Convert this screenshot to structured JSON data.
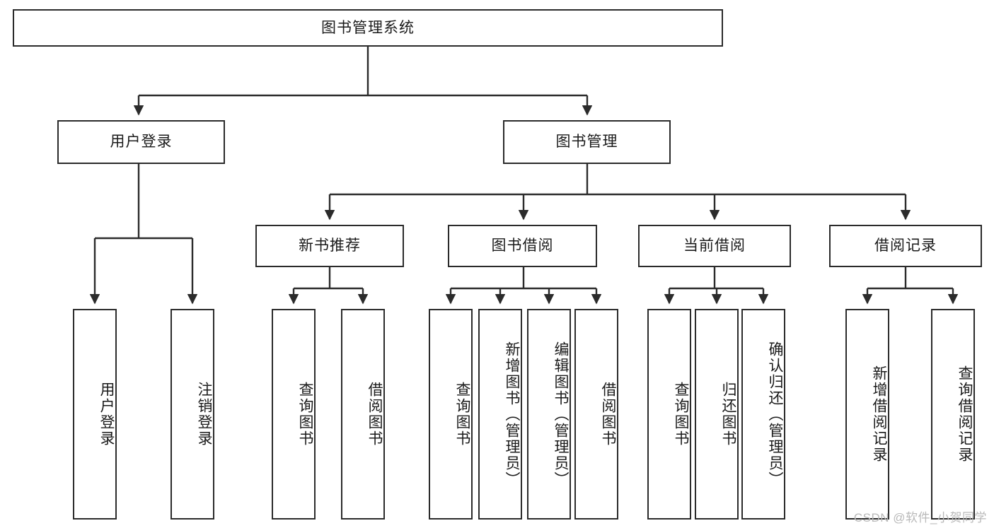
{
  "diagram": {
    "type": "tree-hierarchy",
    "title": "图书管理系统",
    "colors": {
      "box_border": "#2b2b2b",
      "box_fill": "#ffffff",
      "edge": "#2b2b2b",
      "text": "#1a1a1a",
      "watermark": "#b9b9b9"
    },
    "root": {
      "label": "图书管理系统"
    },
    "level2": [
      {
        "label": "用户登录"
      },
      {
        "label": "图书管理"
      }
    ],
    "level3": [
      {
        "label": "新书推荐"
      },
      {
        "label": "图书借阅"
      },
      {
        "label": "当前借阅"
      },
      {
        "label": "借阅记录"
      }
    ],
    "leaves": {
      "user_login": [
        {
          "label": "用户登录"
        },
        {
          "label": "注销登录"
        }
      ],
      "new_book": [
        {
          "label": "查询图书"
        },
        {
          "label": "借阅图书"
        }
      ],
      "book_borrow": [
        {
          "label": "查询图书"
        },
        {
          "label": "新增图书（管理员）"
        },
        {
          "label": "编辑图书（管理员）"
        },
        {
          "label": "借阅图书"
        }
      ],
      "current_borrow": [
        {
          "label": "查询图书"
        },
        {
          "label": "归还图书"
        },
        {
          "label": "确认归还（管理员）"
        }
      ],
      "borrow_record": [
        {
          "label": "新增借阅记录"
        },
        {
          "label": "查询借阅记录"
        }
      ]
    }
  },
  "watermark": {
    "text": "CSDN @软件_小贺同学"
  }
}
